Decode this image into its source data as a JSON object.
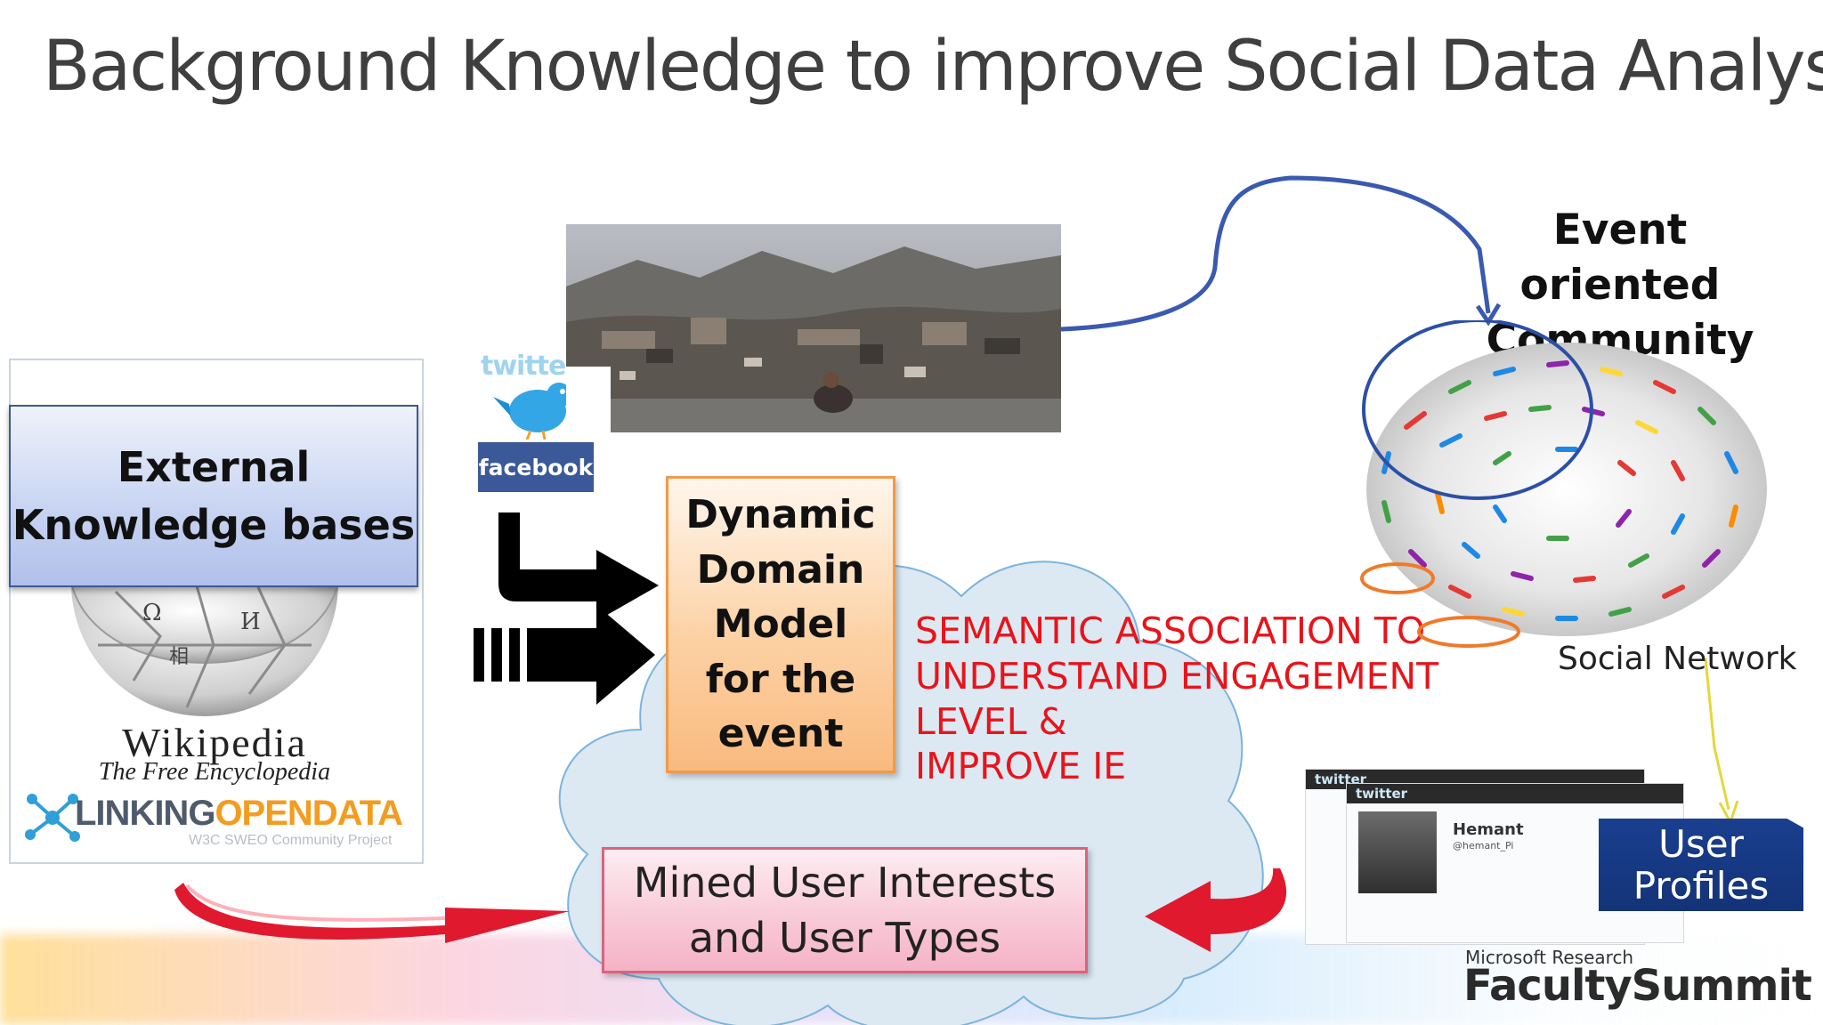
{
  "slide": {
    "title": "Background Knowledge to improve Social Data Analysis"
  },
  "knowledge_panel": {
    "box_label": "External Knowledge bases",
    "wikipedia_name": "Wikipedia",
    "wikipedia_tagline": "The Free Encyclopedia",
    "lod_part1": "LINKING",
    "lod_part2": "OPENDATA",
    "lod_sub": "W3C SWEO Community Project"
  },
  "social_sources": {
    "twitter": "twitter",
    "facebook": "facebook"
  },
  "domain_model": {
    "label": "Dynamic\nDomain\nModel\nfor the\nevent"
  },
  "semantic_note": {
    "text": "SEMANTIC ASSOCIATION TO\nUNDERSTAND ENGAGEMENT\nLEVEL &\nIMPROVE IE",
    "color": "#e8141b"
  },
  "mined_box": {
    "label": "Mined User Interests\nand User Types"
  },
  "community": {
    "title": "Event oriented\nCommunity",
    "network_label": "Social Network"
  },
  "user_profiles": {
    "label": "User\nProfiles",
    "twitter_bar": "twitter",
    "profile_name": "Hemant",
    "profile_handle": "@hemant_Pi"
  },
  "branding": {
    "ms_research": "Microsoft Research",
    "faculty_summit": "FacultySummit"
  },
  "colors": {
    "title": "#3f3f3f",
    "kb_border": "#3a5a95",
    "ddm_border": "#f09a4a",
    "mined_border": "#d8647f",
    "big_red_arrow": "#e0192e",
    "curved_arrow": "#3a59b0",
    "user_profiles_fill": "#1a3f8f"
  }
}
